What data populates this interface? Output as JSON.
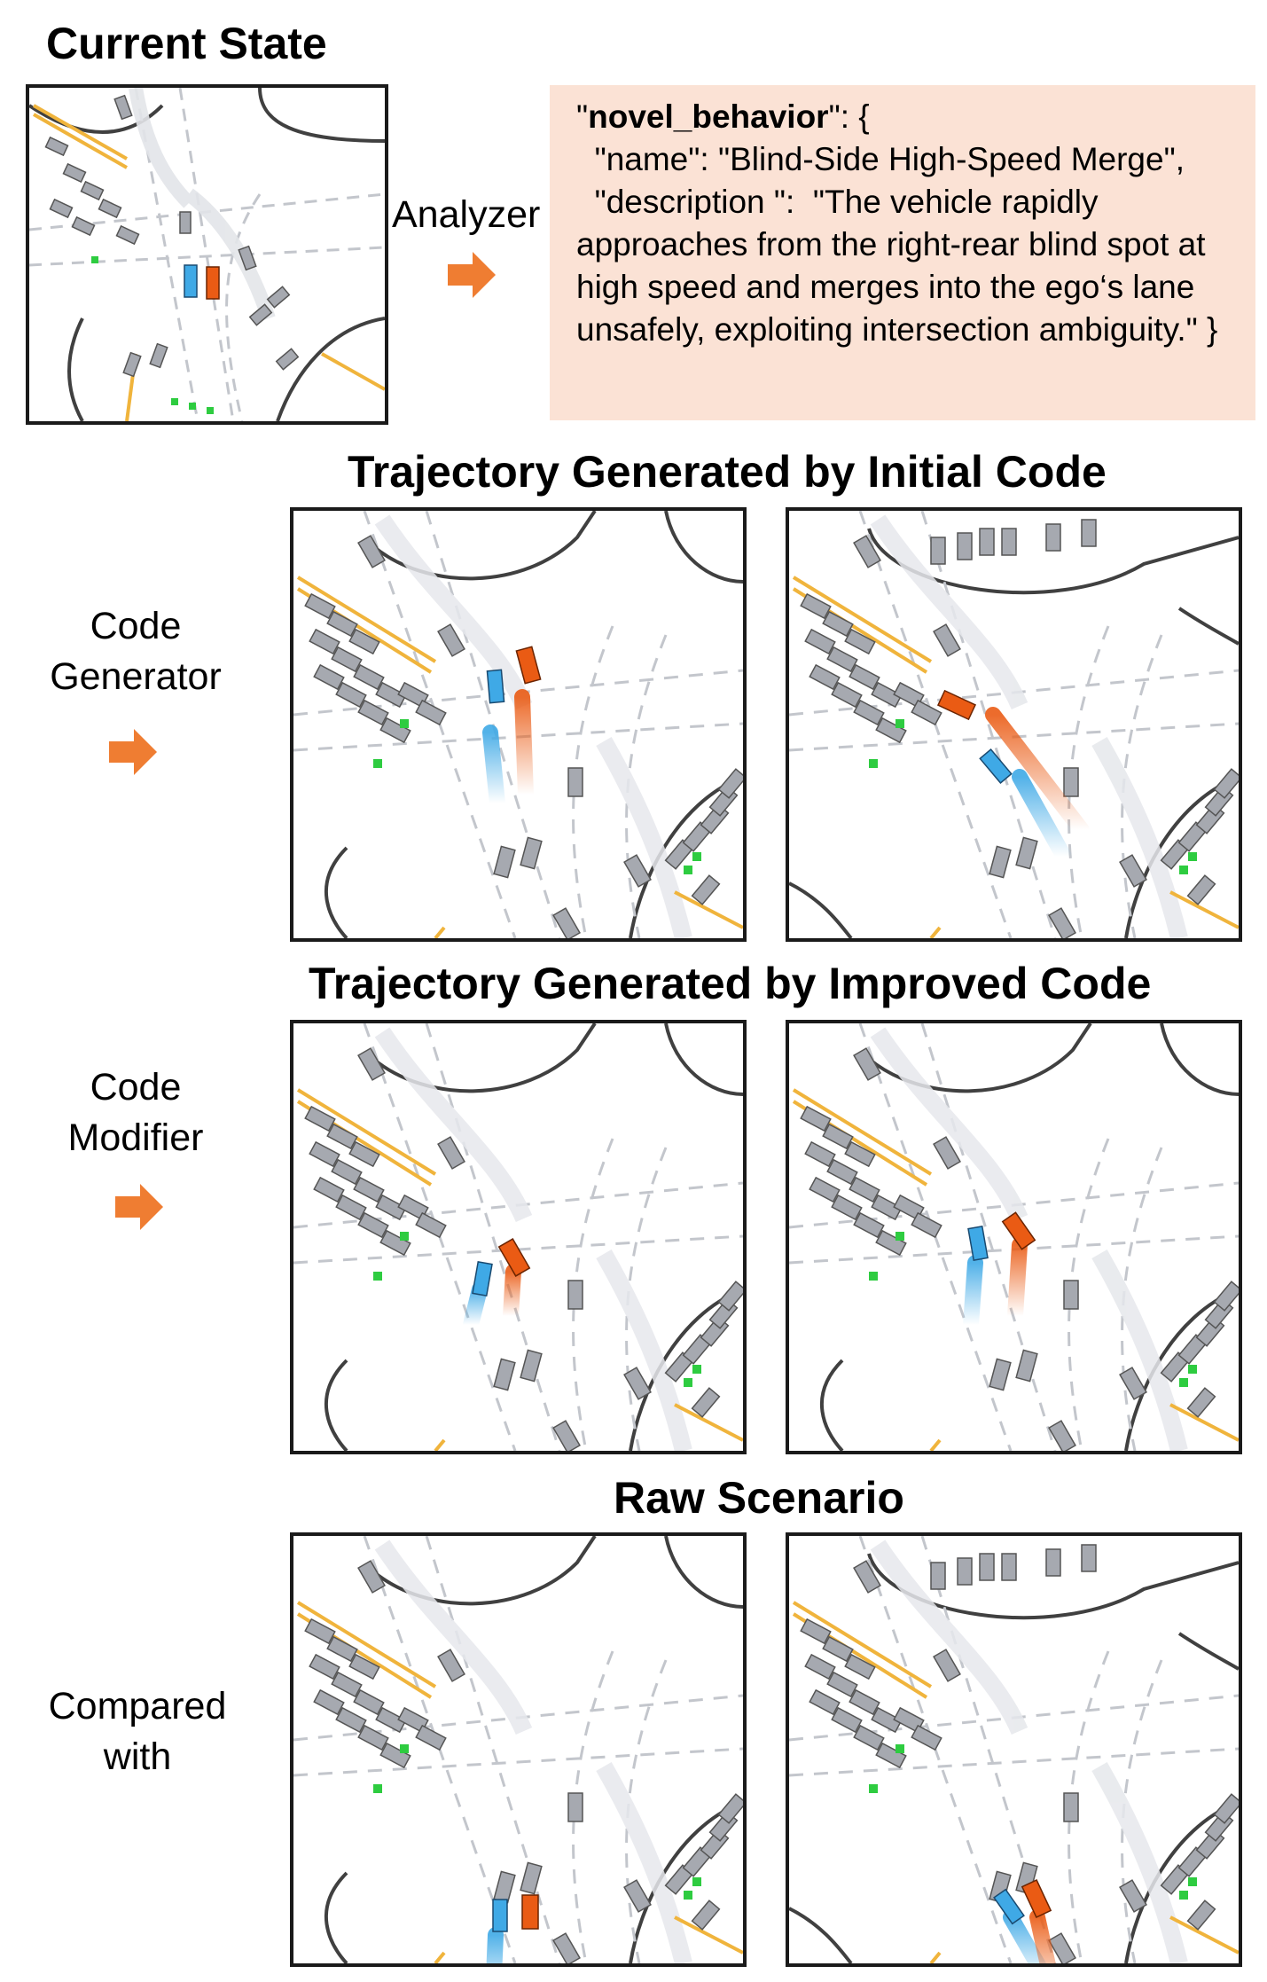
{
  "current_state": {
    "title": "Current State"
  },
  "analyzer": {
    "label": "Analyzer"
  },
  "behavior_json": {
    "open_quote": "\"",
    "key": "novel_behavior",
    "after_key": "\": {",
    "line_name": "  \"name\": \"Blind-Side High-Speed Merge\",",
    "line_desc": "  \"description \":  \"The vehicle rapidly approaches from the right-rear blind spot at high speed and merges into the ego‘s lane unsafely, exploiting intersection ambiguity.\" }"
  },
  "sections": [
    {
      "title": "Trajectory Generated by Initial Code",
      "side_label_1": "Code",
      "side_label_2": "Generator"
    },
    {
      "title": "Trajectory Generated by Improved Code",
      "side_label_1": "Code",
      "side_label_2": "Modifier"
    },
    {
      "title": "Raw Scenario",
      "side_label_1": "Compared",
      "side_label_2": "with"
    }
  ],
  "colors": {
    "ego_vehicle": "#3fa9e6",
    "adversarial_vehicle": "#ea5b14",
    "arrow": "#ef7d32",
    "json_background": "#fbe2d5",
    "parked_vehicle": "#a6a9b0",
    "lane_marking": "#f0b43c",
    "traffic_light": "#2ecc40"
  },
  "icons": [
    "right-arrow-icon"
  ]
}
